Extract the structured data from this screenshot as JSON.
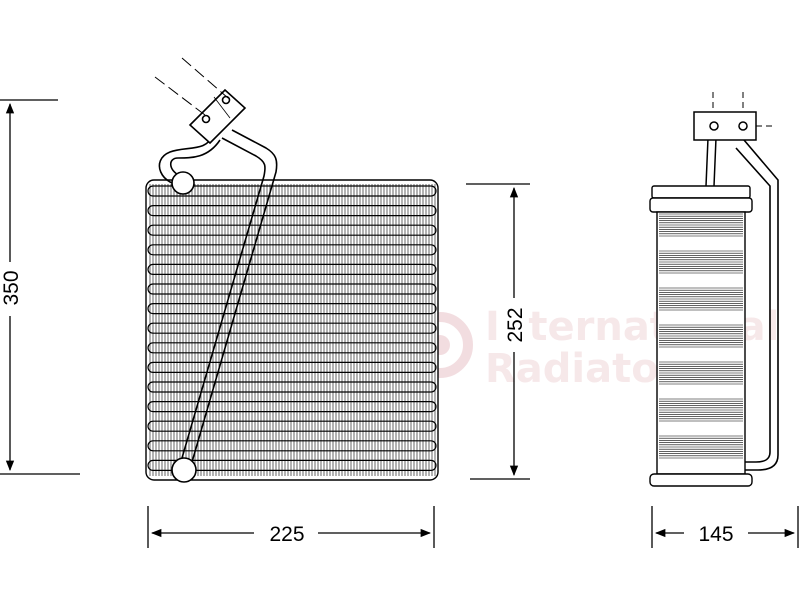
{
  "colors": {
    "line": "#000000",
    "background": "#ffffff",
    "watermark": "#e9c2c8"
  },
  "dimensions": {
    "height_total": "350",
    "height_core": "252",
    "width_front": "225",
    "depth_side": "145"
  },
  "watermark": {
    "line1": "International",
    "line2": "Radiators"
  }
}
